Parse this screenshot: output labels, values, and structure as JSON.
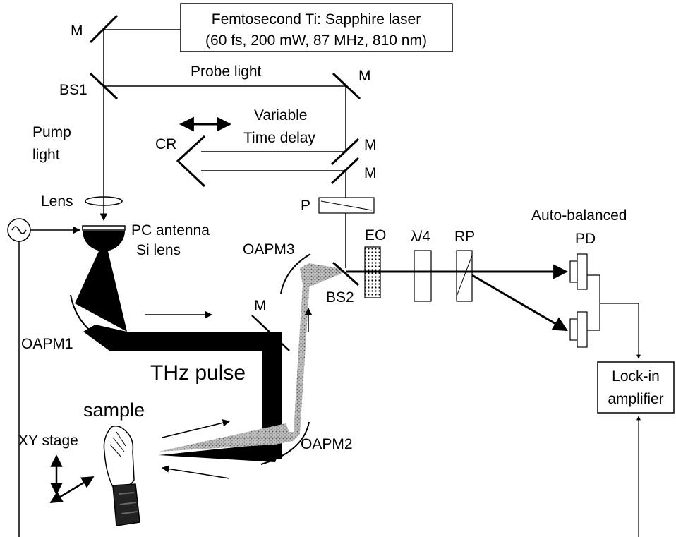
{
  "laser": {
    "line1": "Femtosecond Ti: Sapphire laser",
    "line2": "(60 fs, 200 mW, 87 MHz, 810 nm)"
  },
  "labels": {
    "mirror_top_left": "M",
    "bs1": "BS1",
    "probe_light": "Probe light",
    "mirror_top_right": "M",
    "pump_light_1": "Pump",
    "pump_light_2": "light",
    "variable_1": "Variable",
    "variable_2": "Time delay",
    "cr": "CR",
    "mirror_delay_1": "M",
    "mirror_delay_2": "M",
    "lens": "Lens",
    "polarizer": "P",
    "pc_antenna": "PC antenna",
    "si_lens": "Si lens",
    "auto_balanced": "Auto-balanced",
    "pd": "PD",
    "eo": "EO",
    "quarter_wave": "λ/4",
    "rp": "RP",
    "oapm3": "OAPM3",
    "bs2": "BS2",
    "oapm1": "OAPM1",
    "mirror_mid": "M",
    "thz_pulse": "THz pulse",
    "sample": "sample",
    "xy_stage": "XY stage",
    "oapm2": "OAPM2",
    "lockin_1": "Lock-in",
    "lockin_2": "amplifier"
  }
}
